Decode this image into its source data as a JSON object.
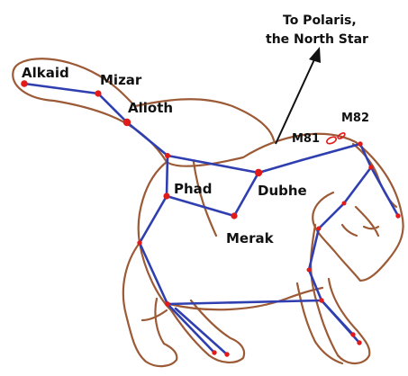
{
  "title_lines": [
    "To Polaris,",
    "the North Star"
  ],
  "stars": {
    "alkaid": "Alkaid",
    "mizar": "Mizar",
    "alioth": "Alioth",
    "phad": "Phad",
    "dubhe": "Dubhe",
    "merak": "Merak",
    "m81": "M81",
    "m82": "M82"
  },
  "colors": {
    "outline": "#9c5a36",
    "line": "#2f3fb0",
    "star": "#e11a1a",
    "text": "#111111"
  }
}
